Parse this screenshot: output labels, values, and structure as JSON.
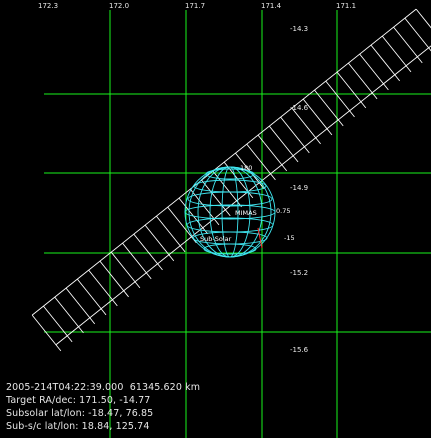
{
  "colors": {
    "background": "#000000",
    "grid": "#19f31c",
    "ring_ticks": "#ffffff",
    "globe": "#3fe6f0",
    "label_text": "#e8e8e8",
    "subsolar_marker": "#ff3030"
  },
  "ra_labels": [
    "172.3",
    "172.0",
    "171.7",
    "171.4",
    "171.1"
  ],
  "dec_labels": [
    "-14.3",
    "-14.6",
    "-14.9",
    "-15.2",
    "-15.6"
  ],
  "target": {
    "name": "MIMAS",
    "pole_label": "180",
    "lat_mark": "0.75",
    "lat_mark_2": "-15",
    "subsolar_label": "Sub-Solar"
  },
  "info": {
    "time_range": "2005-214T04:22:39.000  61345.620 km",
    "target_radec": "Target RA/dec: 171.50, -14.77",
    "subsolar": "Subsolar lat/lon: -18.47, 76.85",
    "subsc": "Sub-s/c lat/lon: 18.84, 125.74"
  }
}
